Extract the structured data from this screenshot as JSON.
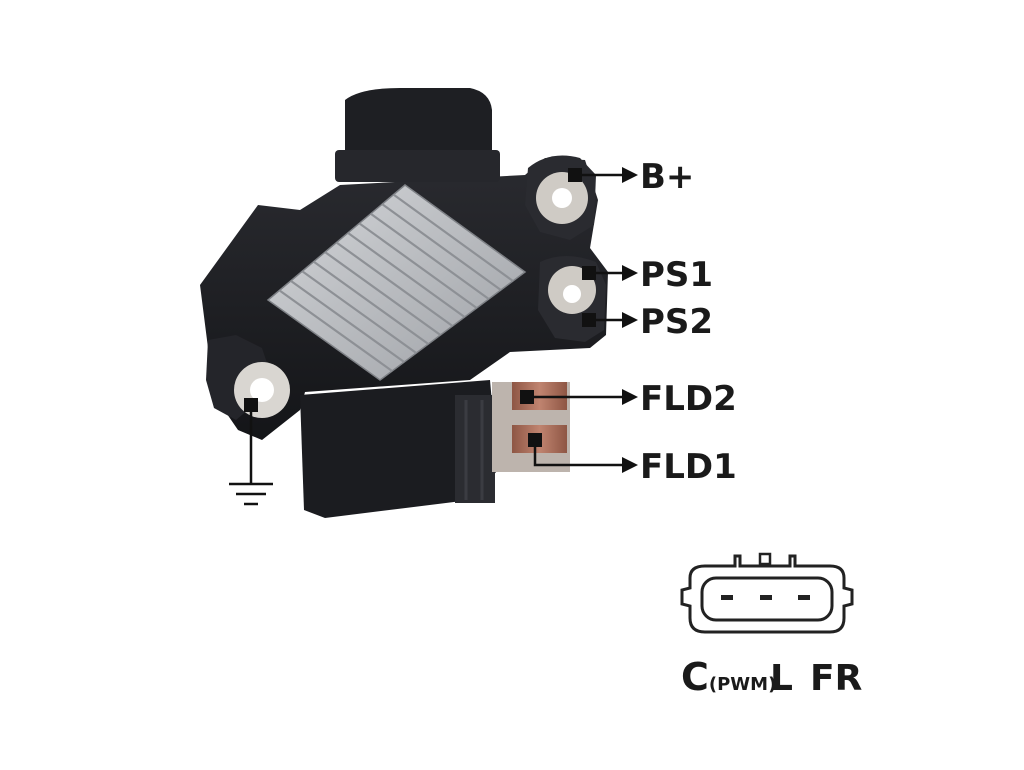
{
  "terminals": [
    {
      "key": "b_plus",
      "label": "B+"
    },
    {
      "key": "ps1",
      "label": "PS1"
    },
    {
      "key": "ps2",
      "label": "PS2"
    },
    {
      "key": "fld2",
      "label": "FLD2"
    },
    {
      "key": "fld1",
      "label": "FLD1"
    }
  ],
  "ground": {
    "icon": "ground-symbol-icon"
  },
  "connector": {
    "icon": "three-pin-connector-icon",
    "pins": [
      {
        "label": "C",
        "sub": "(PWM)"
      },
      {
        "label": "L",
        "sub": ""
      },
      {
        "label": "FR",
        "sub": ""
      }
    ]
  },
  "colors": {
    "housing": "#1c1d21",
    "heatsink": "#b9bcc1",
    "fld_terminal": "#a66a55",
    "line": "#111111"
  }
}
